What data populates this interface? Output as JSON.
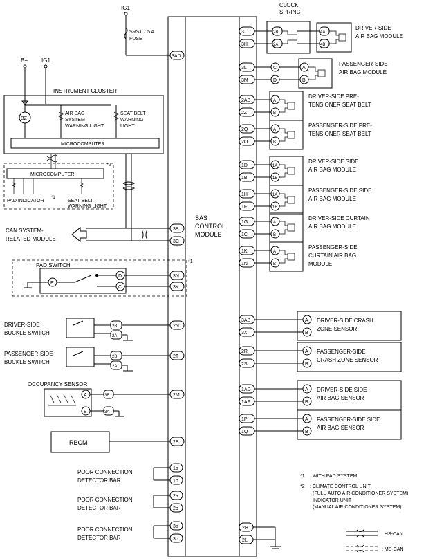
{
  "power": {
    "ig1_top": "IG1",
    "fuse_line1": "SRS1 7.5 A",
    "fuse_line2": "FUSE",
    "b_plus": "B+",
    "ig1_left": "IG1"
  },
  "sas_module": {
    "line1": "SAS",
    "line2": "CONTROL",
    "line3": "MODULE"
  },
  "clock_spring": {
    "line1": "CLOCK",
    "line2": "SPRING"
  },
  "instrument_cluster": {
    "title": "INSTRUMENT CLUSTER",
    "bz": "BZ",
    "airbag_light": [
      "AIR BAG",
      "SYSTEM",
      "WARNING LIGHT"
    ],
    "seatbelt_light": [
      "SEAT BELT",
      "WARNING",
      "LIGHT"
    ],
    "microcomputer": "MICROCOMPUTER"
  },
  "climate_unit": {
    "microcomputer": "MICROCOMPUTER",
    "mark2": "*2",
    "pad_indicator": "PAD INDICATOR",
    "mark1": "*1",
    "seatbelt_light": [
      "SEAT BELT",
      "WARNING LIGHT"
    ]
  },
  "can_module": {
    "line1": "CAN SYSTEM-",
    "line2": "RELATED MODULE"
  },
  "pad_switch": {
    "title": "PAD SWITCH",
    "mark": "*1",
    "pin_e": "E",
    "pin_d": "D",
    "pin_c": "C"
  },
  "driver_buckle": {
    "line1": "DRIVER-SIDE",
    "line2": "BUCKLE SWITCH",
    "pin_a": "2B",
    "pin_b": "2A"
  },
  "passenger_buckle": {
    "line1": "PASSENGER-SIDE",
    "line2": "BUCKLE SWITCH",
    "pin_a": "2B",
    "pin_b": "2A"
  },
  "occupancy": {
    "title": "OCCUPANCY SENSOR",
    "pin_a": "A",
    "pin_b": "B",
    "conn_a": "3B",
    "conn_b": "3A"
  },
  "rbcm": "RBCM",
  "poor_connection": [
    {
      "line1": "POOR CONNECTION",
      "line2": "DETECTOR BAR",
      "pin_top": "1a",
      "pin_bottom": "1b"
    },
    {
      "line1": "POOR CONNECTION",
      "line2": "DETECTOR BAR",
      "pin_top": "2a",
      "pin_bottom": "2b"
    },
    {
      "line1": "POOR CONNECTION",
      "line2": "DETECTOR BAR",
      "pin_top": "3a",
      "pin_bottom": "3b"
    }
  ],
  "left_pins": [
    "3AD",
    "3B",
    "3C",
    "3N",
    "3K",
    "2N",
    "2T",
    "2M",
    "2B"
  ],
  "right_components": [
    {
      "name": [
        "DRIVER-SIDE",
        "AIR BAG MODULE"
      ],
      "pins": [
        "3J",
        "3H"
      ],
      "cs_pins": [
        "2B",
        "2A"
      ],
      "sub_pins": [
        "4A",
        "4B"
      ]
    },
    {
      "name": [
        "PASSENGER-SIDE",
        "AIR BAG MODULE"
      ],
      "pins": [
        "3L",
        "3M"
      ],
      "sub_pins": [
        "C",
        "D"
      ],
      "end_pins": [
        "A",
        "B"
      ]
    },
    {
      "name": [
        "DRIVER-SIDE PRE-",
        "TENSIONER SEAT BELT"
      ],
      "pins": [
        "2AB",
        "2Z"
      ],
      "sub_pins": [
        "A",
        "B"
      ]
    },
    {
      "name": [
        "PASSENGER-SIDE PRE-",
        "TENSIONER SEAT BELT"
      ],
      "pins": [
        "2Q",
        "2O"
      ],
      "sub_pins": [
        "A",
        "B"
      ]
    },
    {
      "name": [
        "DRIVER-SIDE SIDE",
        "AIR BAG MODULE"
      ],
      "pins": [
        "1D",
        "1B"
      ],
      "sub_pins": [
        "1A",
        "1B"
      ]
    },
    {
      "name": [
        "PASSENGER-SIDE SIDE",
        "AIR BAG MODULE"
      ],
      "pins": [
        "1H",
        "1F"
      ],
      "sub_pins": [
        "1A",
        "1B"
      ]
    },
    {
      "name": [
        "DRIVER-SIDE CURTAIN",
        "AIR BAG MODULE"
      ],
      "pins": [
        "1G",
        "1C"
      ],
      "sub_pins": [
        "A",
        "B"
      ]
    },
    {
      "name": [
        "PASSENGER-SIDE",
        "CURTAIN AIR BAG",
        "MODULE"
      ],
      "pins": [
        "1K",
        "1N"
      ],
      "sub_pins": [
        "A",
        "B"
      ]
    },
    {
      "name": [
        "DRIVER-SIDE CRASH",
        "ZONE SENSOR"
      ],
      "pins": [
        "3AB",
        "3X"
      ],
      "sub_pins": [
        "A",
        "B"
      ]
    },
    {
      "name": [
        "PASSENGER-SIDE",
        "CRASH ZONE SENSOR"
      ],
      "pins": [
        "2R",
        "2S"
      ],
      "sub_pins": [
        "A",
        "B"
      ]
    },
    {
      "name": [
        "DRIVER-SIDE SIDE",
        "AIR BAG SENSOR"
      ],
      "pins": [
        "1AD",
        "1AF"
      ],
      "sub_pins": [
        "A",
        "B"
      ]
    },
    {
      "name": [
        "PASSENGER-SIDE SIDE",
        "AIR BAG SENSOR"
      ],
      "pins": [
        "1P",
        "1Q"
      ],
      "sub_pins": [
        "A",
        "B"
      ]
    }
  ],
  "ground_pins": [
    "2H",
    "2L"
  ],
  "notes": {
    "n1_mark": "*1",
    "n1_text": ": WITH PAD SYSTEM",
    "n2_mark": "*2",
    "n2_line1": ": CLIMATE CONTROL UNIT",
    "n2_line2": "(FULL-AUTO AIR CONDITIONER SYSTEM)",
    "n2_line3": "INDICATOR UNIT",
    "n2_line4": "(MANUAL AIR CONDITIONER SYSTEM)"
  },
  "legend": {
    "hs_can": ": HS-CAN",
    "ms_can": ": MS-CAN"
  }
}
